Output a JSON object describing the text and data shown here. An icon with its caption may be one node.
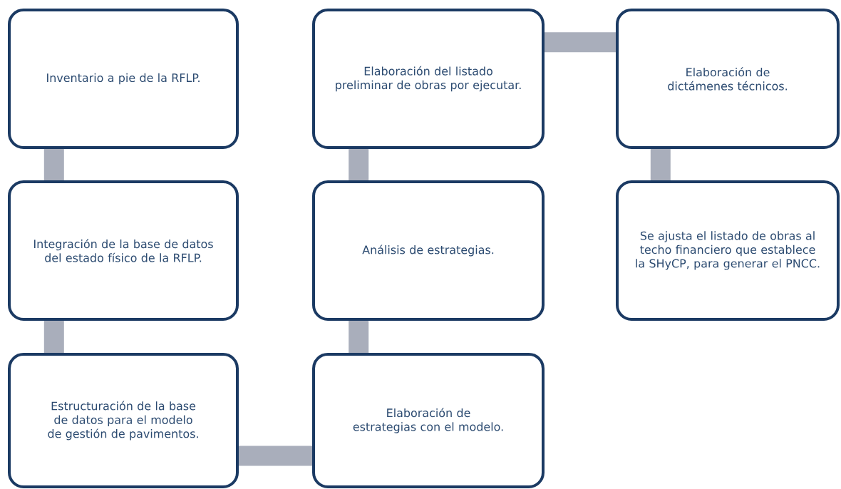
{
  "diagram": {
    "nodes": [
      {
        "text": [
          "Inventario a pie de la RFLP."
        ]
      },
      {
        "text": [
          "Elaboración del listado preliminar de obras por ejecutar."
        ]
      },
      {
        "text": [
          "Elaboración de dictámenes técnicos."
        ]
      },
      {
        "text": [
          "Integración de la base de datos del estado físico de la RFLP."
        ]
      },
      {
        "text": [
          "Análisis de estrategias."
        ]
      },
      {
        "text": [
          "Se ajusta el listado de obras al techo financiero que establece la SHyCP, para generar el PNCC."
        ]
      },
      {
        "text": [
          "Estructuración de la base de datos para el modelo de gestión de pavimentos."
        ]
      },
      {
        "text": [
          "Elaboración de estrategias con el modelo."
        ]
      }
    ],
    "edges": [
      {
        "from": 0,
        "to": 3,
        "arrow": "none"
      },
      {
        "from": 3,
        "to": 6,
        "arrow": "none"
      },
      {
        "from": 6,
        "to": 7,
        "arrow": "none"
      },
      {
        "from": 7,
        "to": 4,
        "arrow": "none"
      },
      {
        "from": 4,
        "to": 1,
        "arrow": "none"
      },
      {
        "from": 1,
        "to": 2,
        "arrow": "none"
      },
      {
        "from": 2,
        "to": 5,
        "arrow": "none"
      }
    ]
  }
}
